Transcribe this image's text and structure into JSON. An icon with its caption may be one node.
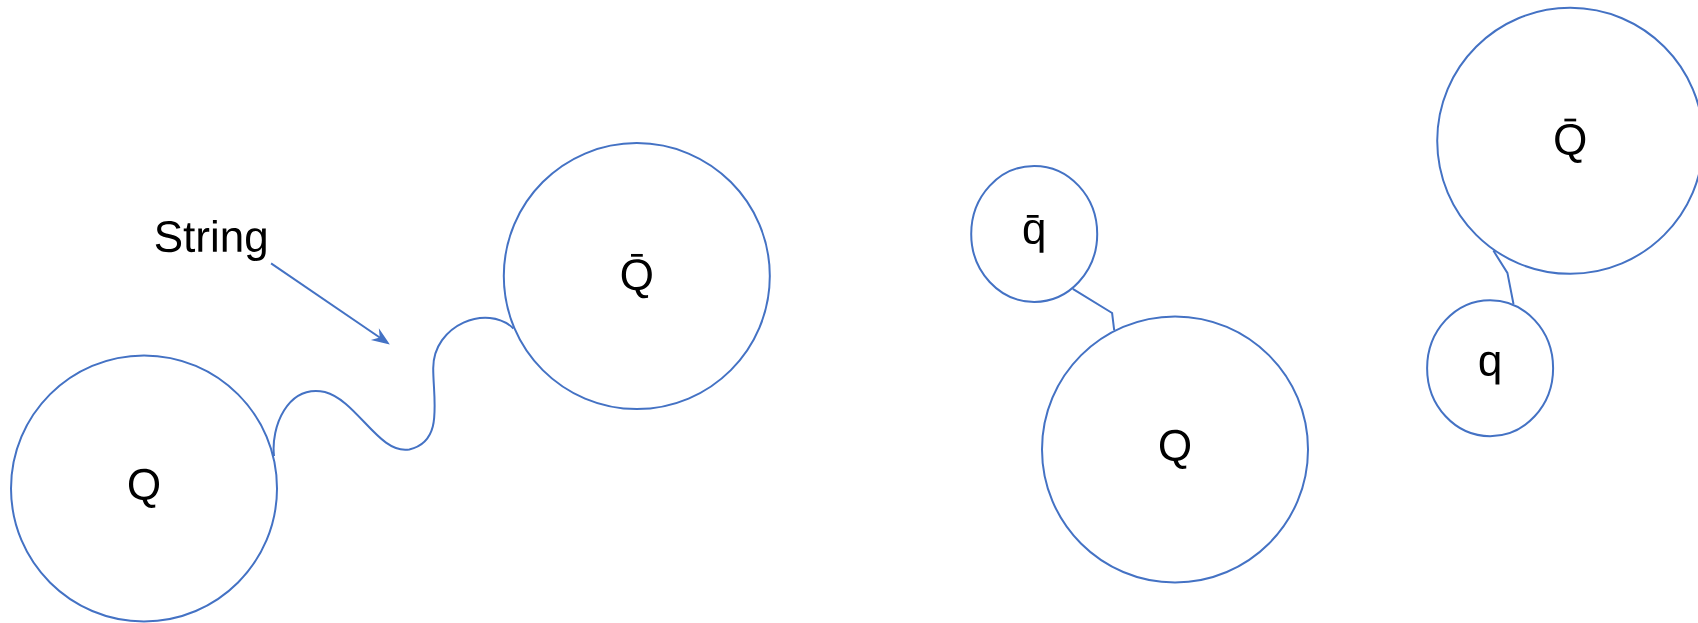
{
  "diagram": {
    "nodes": [
      {
        "text": [
          "Q"
        ]
      },
      {
        "text": [
          "Q̄"
        ]
      },
      {
        "text": [
          "q̄"
        ]
      },
      {
        "text": [
          "Q"
        ]
      },
      {
        "text": [
          "Q̄"
        ]
      },
      {
        "text": [
          "q"
        ]
      },
      {
        "text": [
          "String"
        ]
      }
    ],
    "edges": [
      {
        "from": 0,
        "to": 1,
        "arrow": "none"
      },
      {
        "from": 2,
        "to": 3,
        "arrow": "none"
      },
      {
        "from": 5,
        "to": 4,
        "arrow": "none"
      },
      {
        "from": 6,
        "to": null,
        "arrow": "to"
      }
    ]
  }
}
